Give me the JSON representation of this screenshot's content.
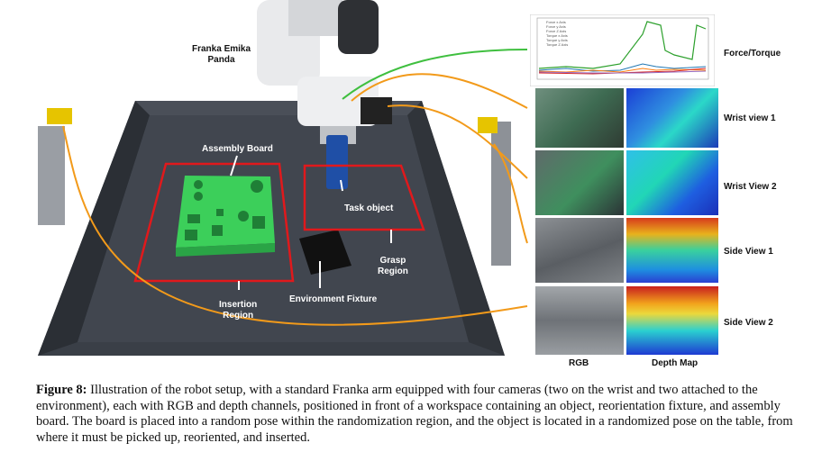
{
  "figure": {
    "labels": {
      "robot": "Franka Emika\nPanda",
      "assembly_board": "Assembly Board",
      "task_object": "Task object",
      "grasp_region": "Grasp\nRegion",
      "insertion_region": "Insertion\nRegion",
      "environment_fixture": "Environment Fixture"
    },
    "panels": {
      "force_torque": "Force/Torque",
      "wrist_view_1": "Wrist view 1",
      "wrist_view_2": "Wrist View 2",
      "side_view_1": "Side View 1",
      "side_view_2": "Side View 2",
      "rgb": "RGB",
      "depth_map": "Depth Map"
    },
    "legend": [
      "Force x Axis",
      "Force y Axis",
      "Force Z Axis",
      "Torque x Axis",
      "Torque y Axis",
      "Torque Z Axis"
    ],
    "colors": {
      "arrow": "#f29a1a",
      "arrow_green": "#3fbf3f",
      "region_box": "#e0191c",
      "board": "#3ccf5a",
      "tray": "#3a3f47"
    }
  },
  "caption": {
    "label": "Figure 8:",
    "text": " Illustration of the robot setup, with a standard Franka arm equipped with four cameras (two on the wrist and two attached to the environment), each with RGB and depth channels, positioned in front of a workspace containing an object, reorientation fixture, and assembly board. The board is placed into a random pose within the randomization region, and the object is located in a randomized pose on the table, from where it must be picked up, reoriented, and inserted."
  }
}
